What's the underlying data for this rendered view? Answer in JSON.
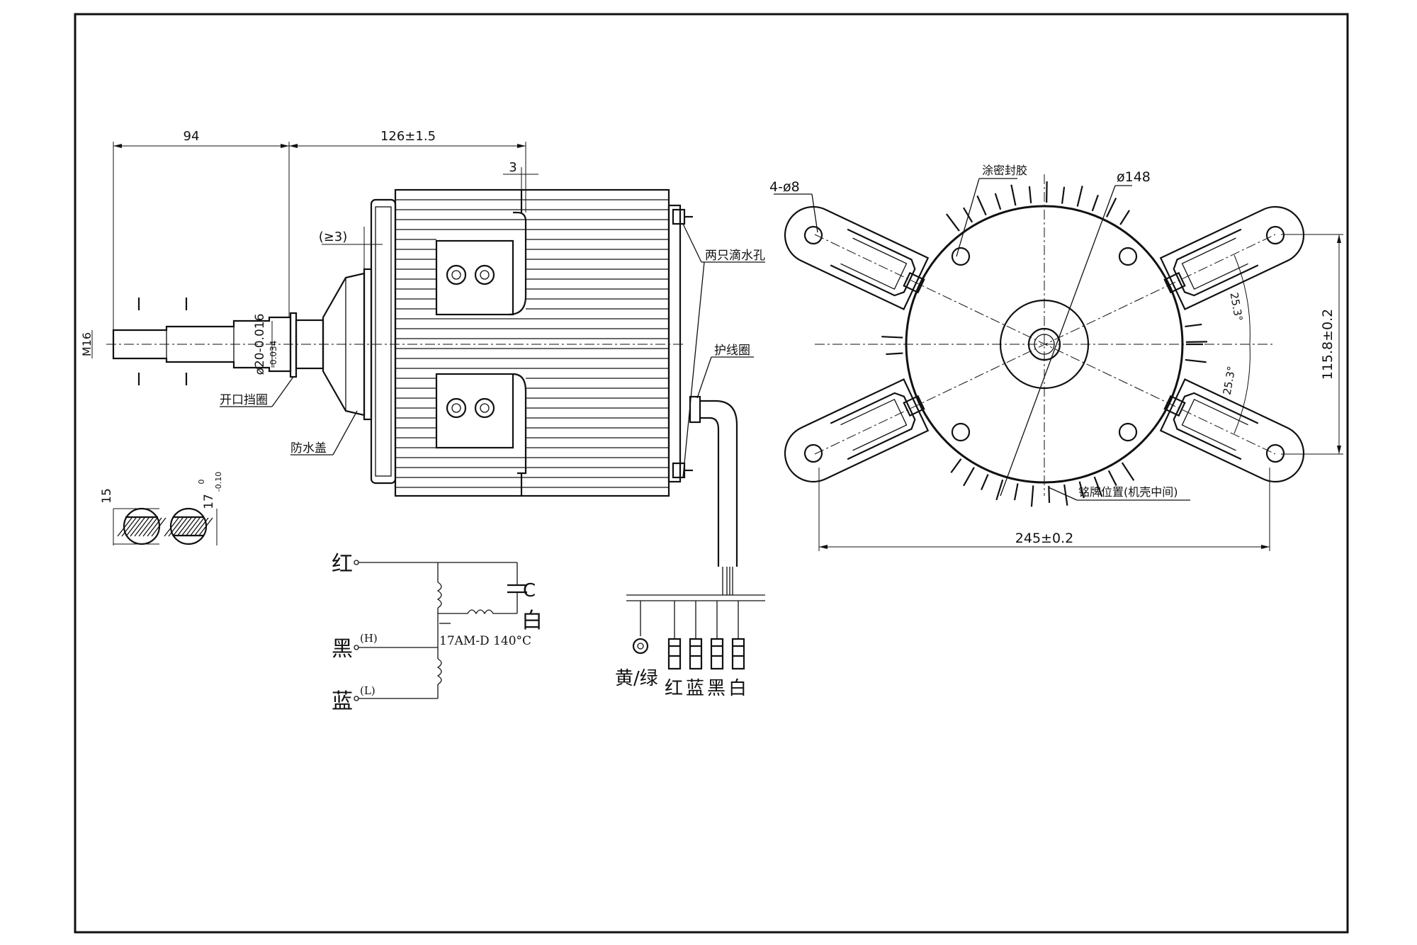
{
  "labels": {
    "dim_94": "94",
    "dim_126": "126±1.5",
    "dim_3": "3",
    "dim_ge3": "(≥3)",
    "dim_phi20": "ø20-0.016",
    "dim_phi20_lower": "-0.034",
    "dim_m16": "M16",
    "kaikou": "开口挡圈",
    "fangshui": "防水盖",
    "dishui": "两只滴水孔",
    "huxian": "护线圈",
    "dim_15": "15",
    "dim_17": "17",
    "dim_17_tol_upper": "0",
    "dim_17_tol_lower": "-0.10",
    "dim_4phi8": "4-ø8",
    "tumi": "涂密封胶",
    "dim_phi148": "ø148",
    "angle_1": "25.3°",
    "angle_2": "25.3°",
    "dim_115": "115.8±0.2",
    "dim_245": "245±0.2",
    "mingpai": "铭牌位置(机壳中间)"
  },
  "wiring": {
    "red": "红",
    "black": "黑",
    "blue": "蓝",
    "h": "(H)",
    "l": "(L)",
    "c": "C",
    "white": "白",
    "thermal": "17AM-D 140°C"
  },
  "wires": {
    "ground": "黄/绿",
    "red": "红",
    "blue": "蓝",
    "black": "黑",
    "white": "白"
  }
}
